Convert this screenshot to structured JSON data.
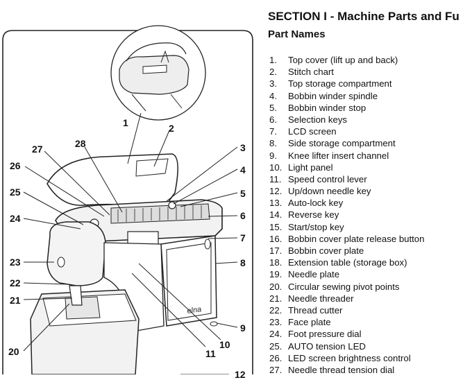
{
  "header": {
    "section_title": "SECTION I - Machine Parts and Fu",
    "part_names_title": "Part Names"
  },
  "parts": [
    {
      "num": "1.",
      "name": "Top cover (lift up and back)"
    },
    {
      "num": "2.",
      "name": "Stitch chart"
    },
    {
      "num": "3.",
      "name": "Top storage compartment"
    },
    {
      "num": "4.",
      "name": "Bobbin winder spindle"
    },
    {
      "num": "5.",
      "name": "Bobbin winder stop"
    },
    {
      "num": "6.",
      "name": "Selection keys"
    },
    {
      "num": "7.",
      "name": "LCD screen"
    },
    {
      "num": "8.",
      "name": "Side storage compartment"
    },
    {
      "num": "9.",
      "name": "Knee lifter insert channel"
    },
    {
      "num": "10.",
      "name": "Light panel"
    },
    {
      "num": "11.",
      "name": "Speed control lever"
    },
    {
      "num": "12.",
      "name": "Up/down needle key"
    },
    {
      "num": "13.",
      "name": "Auto-lock key"
    },
    {
      "num": "14.",
      "name": "Reverse key"
    },
    {
      "num": "15.",
      "name": "Start/stop key"
    },
    {
      "num": "16.",
      "name": "Bobbin cover plate release button"
    },
    {
      "num": "17.",
      "name": "Bobbin cover plate"
    },
    {
      "num": "18.",
      "name": "Extension table (storage box)"
    },
    {
      "num": "19.",
      "name": "Needle plate"
    },
    {
      "num": "20.",
      "name": "Circular sewing pivot points"
    },
    {
      "num": "21.",
      "name": "Needle threader"
    },
    {
      "num": "22.",
      "name": "Thread cutter"
    },
    {
      "num": "23.",
      "name": "Face plate"
    },
    {
      "num": "24.",
      "name": "Foot pressure dial"
    },
    {
      "num": "25.",
      "name": "AUTO tension LED"
    },
    {
      "num": "26.",
      "name": "LED screen brightness control"
    },
    {
      "num": "27.",
      "name": "Needle thread tension dial"
    }
  ],
  "figure": {
    "brand_label": "elna",
    "callouts": [
      "1",
      "2",
      "3",
      "4",
      "5",
      "6",
      "7",
      "8",
      "9",
      "10",
      "11",
      "12",
      "20",
      "21",
      "22",
      "23",
      "24",
      "25",
      "26",
      "27",
      "28"
    ]
  }
}
